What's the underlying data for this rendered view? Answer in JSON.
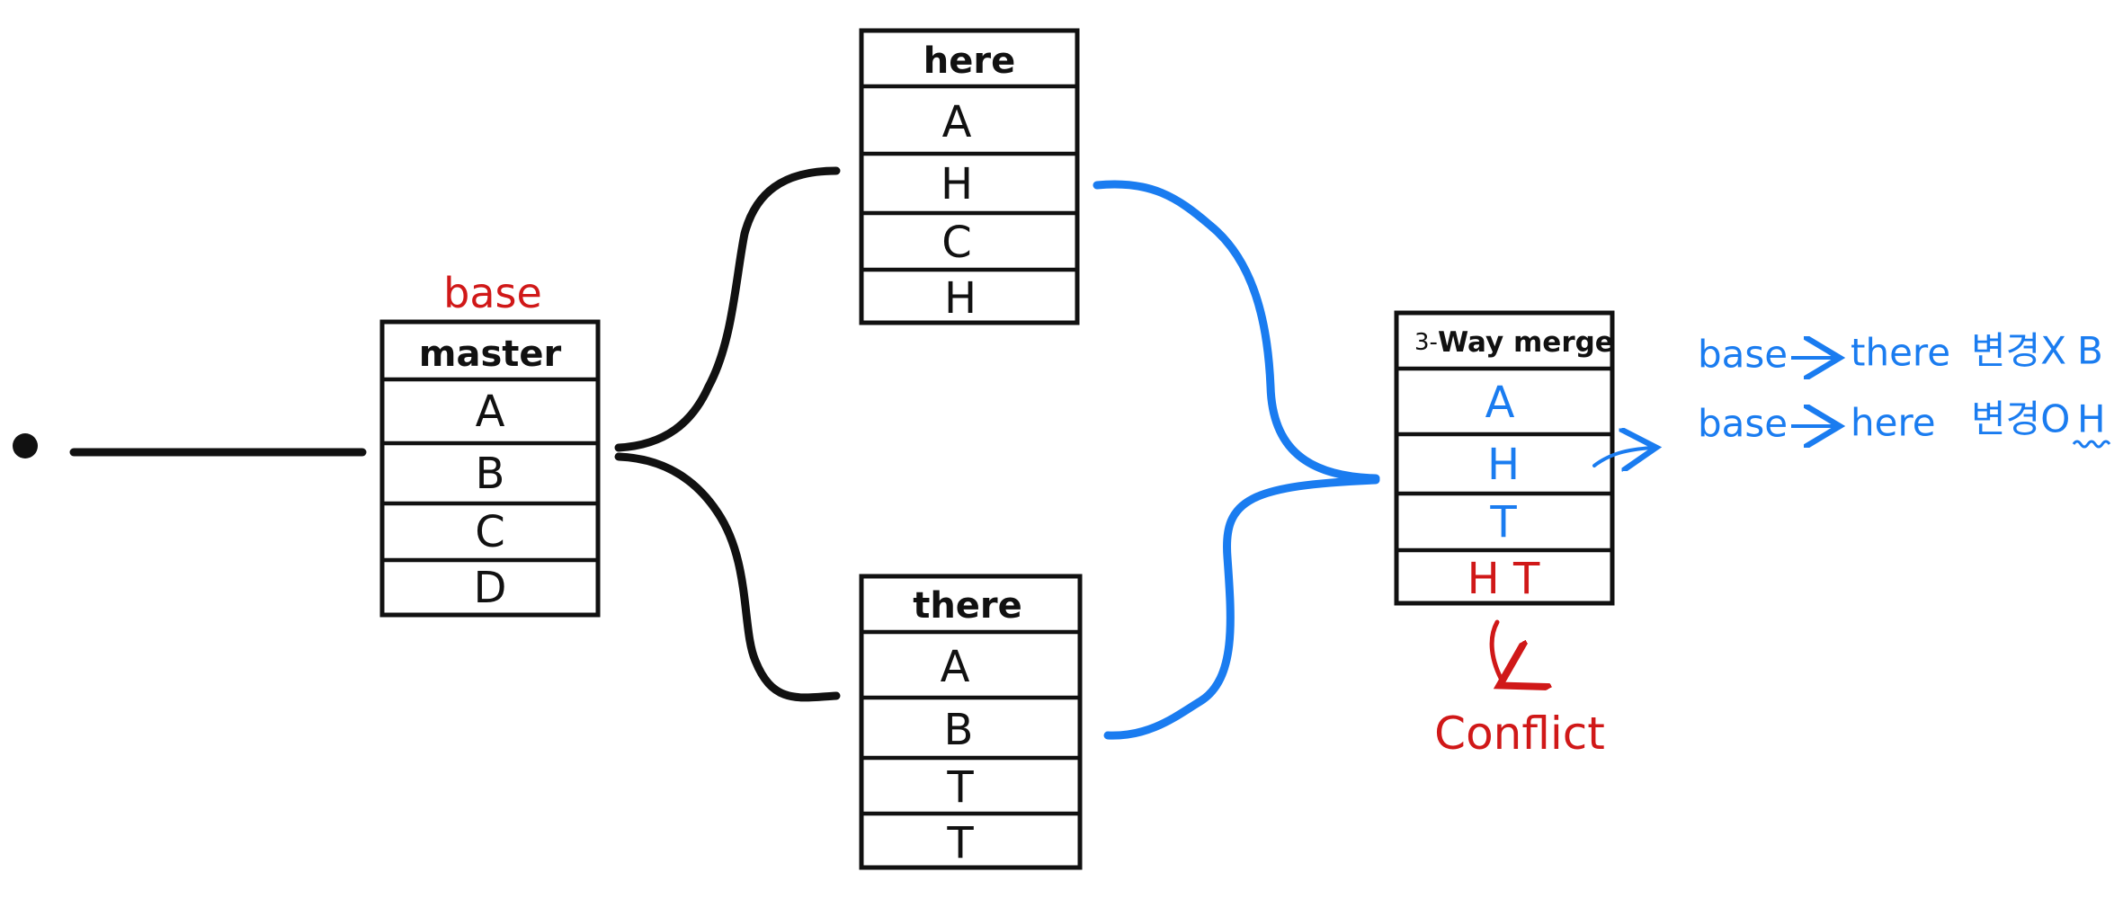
{
  "colors": {
    "ink": "#111111",
    "blue": "#1a7cf0",
    "red": "#d01818"
  },
  "master_table": {
    "tag": "base",
    "header": "master",
    "rows": [
      "A",
      "B",
      "C",
      "D"
    ]
  },
  "here_table": {
    "header": "here",
    "rows": [
      "A",
      "H",
      "C",
      "H"
    ]
  },
  "there_table": {
    "header": "there",
    "rows": [
      "A",
      "B",
      "T",
      "T"
    ]
  },
  "merge_table": {
    "header_prefix": "3-",
    "header": "Way merge",
    "rows": [
      "A",
      "H",
      "T",
      "H T"
    ],
    "conflict_label": "Conflict"
  },
  "notes": {
    "line1": {
      "from": "base",
      "to": "there",
      "korean": "변경X",
      "value": "B"
    },
    "line2": {
      "from": "base",
      "to": "here",
      "korean": "변경O",
      "value": "H"
    }
  }
}
